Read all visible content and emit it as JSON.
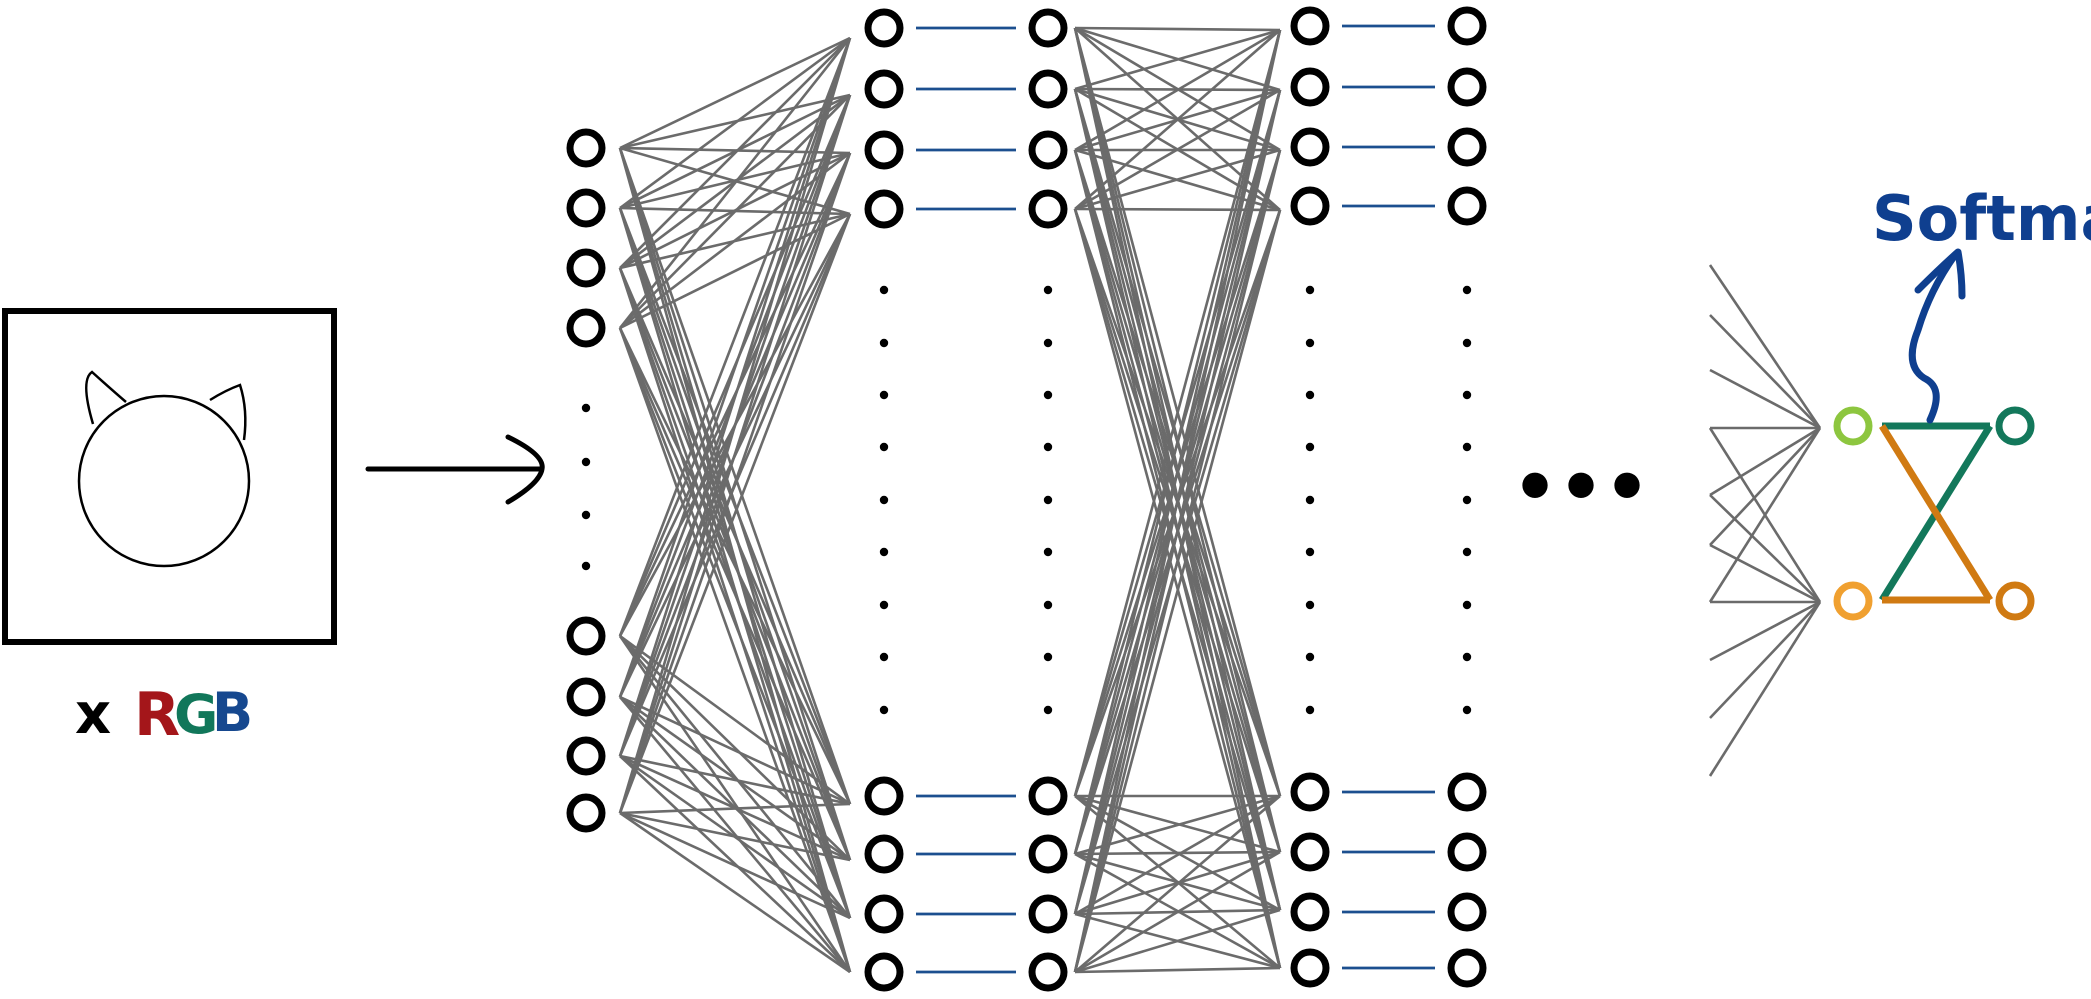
{
  "input_label": {
    "x": "x",
    "channels": [
      {
        "text": "R",
        "color": "#a4161a"
      },
      {
        "text": "G",
        "color": "#11775a"
      },
      {
        "text": "B",
        "color": "#16488f"
      }
    ]
  },
  "softmax_label": {
    "text": "Softmax",
    "color": "#0f3f8f"
  },
  "continuation": "•••",
  "colors": {
    "edge": "#6b6b6b",
    "skip_connection": "#1c4f8f",
    "node": "#000000",
    "output_green": "#13785b",
    "output_orange": "#d07a12",
    "output_node_light_green": "#8dc63f",
    "output_node_orange": "#f0a030"
  },
  "icons": [
    "cat-sketch-icon",
    "right-arrow-icon",
    "curved-arrow-icon"
  ]
}
